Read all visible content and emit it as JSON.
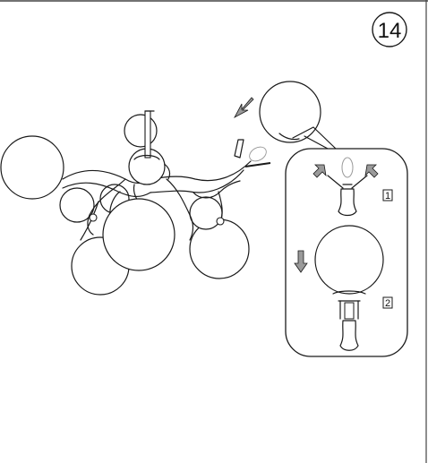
{
  "step": {
    "number": "14"
  },
  "detail_panel": {
    "substeps": [
      {
        "number": "1"
      },
      {
        "number": "2"
      }
    ]
  },
  "colors": {
    "line": "#1a1a1a",
    "arrow_fill": "#9a9a9a",
    "background": "#ffffff"
  },
  "icons": [
    "gray-arrow-icon",
    "globe-shade-icon",
    "bulb-icon",
    "socket-icon"
  ]
}
